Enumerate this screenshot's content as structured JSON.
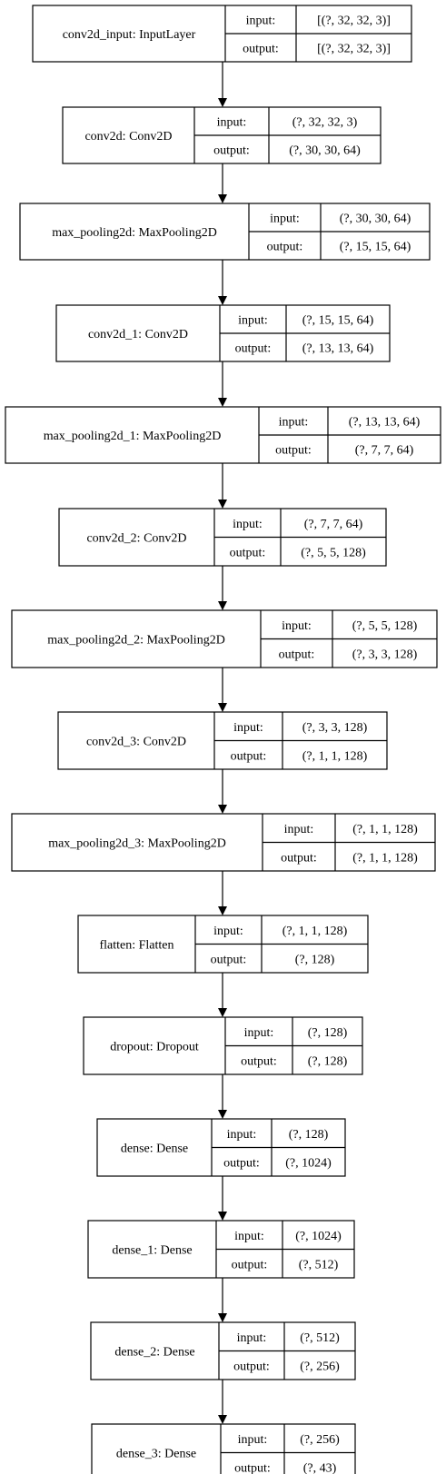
{
  "diagram": {
    "io_labels": {
      "input": "input:",
      "output": "output:"
    },
    "nodes": [
      {
        "name": "conv2d_input: InputLayer",
        "input": "[(?, 32, 32, 3)]",
        "output": "[(?, 32, 32, 3)]"
      },
      {
        "name": "conv2d: Conv2D",
        "input": "(?, 32, 32, 3)",
        "output": "(?, 30, 30, 64)"
      },
      {
        "name": "max_pooling2d: MaxPooling2D",
        "input": "(?, 30, 30, 64)",
        "output": "(?, 15, 15, 64)"
      },
      {
        "name": "conv2d_1: Conv2D",
        "input": "(?, 15, 15, 64)",
        "output": "(?, 13, 13, 64)"
      },
      {
        "name": "max_pooling2d_1: MaxPooling2D",
        "input": "(?, 13, 13, 64)",
        "output": "(?, 7, 7, 64)"
      },
      {
        "name": "conv2d_2: Conv2D",
        "input": "(?, 7, 7, 64)",
        "output": "(?, 5, 5, 128)"
      },
      {
        "name": "max_pooling2d_2: MaxPooling2D",
        "input": "(?, 5, 5, 128)",
        "output": "(?, 3, 3, 128)"
      },
      {
        "name": "conv2d_3: Conv2D",
        "input": "(?, 3, 3, 128)",
        "output": "(?, 1, 1, 128)"
      },
      {
        "name": "max_pooling2d_3: MaxPooling2D",
        "input": "(?, 1, 1, 128)",
        "output": "(?, 1, 1, 128)"
      },
      {
        "name": "flatten: Flatten",
        "input": "(?, 1, 1, 128)",
        "output": "(?, 128)"
      },
      {
        "name": "dropout: Dropout",
        "input": "(?, 128)",
        "output": "(?, 128)"
      },
      {
        "name": "dense: Dense",
        "input": "(?, 128)",
        "output": "(?, 1024)"
      },
      {
        "name": "dense_1: Dense",
        "input": "(?, 1024)",
        "output": "(?, 512)"
      },
      {
        "name": "dense_2: Dense",
        "input": "(?, 512)",
        "output": "(?, 256)"
      },
      {
        "name": "dense_3: Dense",
        "input": "(?, 256)",
        "output": "(?, 43)"
      }
    ]
  }
}
